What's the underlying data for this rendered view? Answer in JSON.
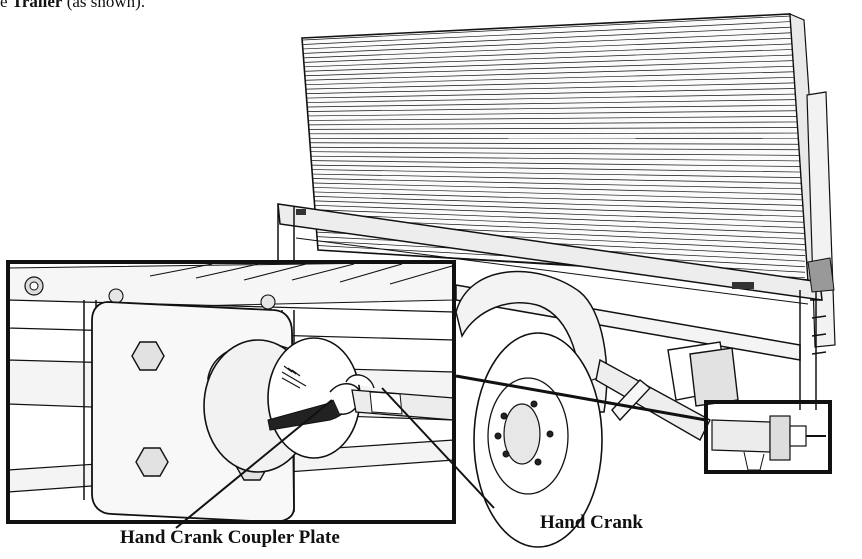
{
  "instruction": {
    "prefix": "e",
    "bold": "Trailer",
    "suffix": "(as shown)."
  },
  "callouts": {
    "coupler_plate": "Hand Crank Coupler Plate",
    "hand_crank": "Hand Crank"
  }
}
